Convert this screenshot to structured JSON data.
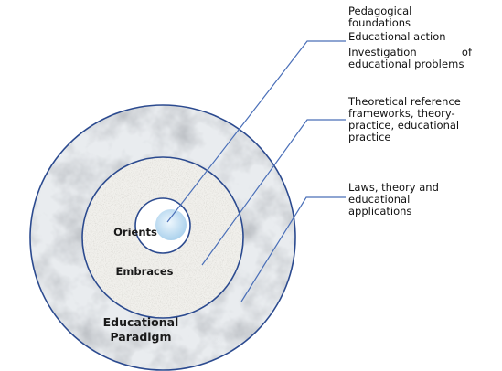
{
  "diagram": {
    "rings": {
      "inner": "Orients",
      "middle": "Embraces",
      "outer_line1": "Educational",
      "outer_line2": "Paradigm"
    },
    "callouts": {
      "top": {
        "line1": "Pedagogical",
        "line2": "foundations",
        "line3": "Educational action",
        "line4a": "Investigation",
        "line4b": "of",
        "line5": "educational problems"
      },
      "middle": {
        "line1": "Theoretical reference",
        "line2": "frameworks, theory-",
        "line3": "practice, educational",
        "line4": "practice"
      },
      "bottom": {
        "line1": "Laws, theory and",
        "line2": "educational",
        "line3": "applications"
      }
    },
    "colors": {
      "ring_stroke": "#2b4a8f",
      "leader_line": "#4a6fb8",
      "marble_base": "#e9ecef",
      "middle_fill": "#f1f0ec",
      "core_fill": "#bcdcf0"
    }
  }
}
